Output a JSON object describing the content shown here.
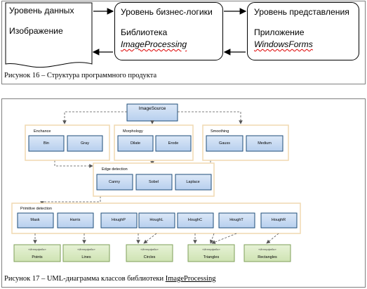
{
  "figure16": {
    "data_layer": {
      "title": "Уровень данных",
      "item": "Изображение"
    },
    "logic_layer": {
      "title": "Уровень бизнес-логики",
      "item_label": "Библиотека",
      "item_name": "ImageProcessing"
    },
    "presentation_layer": {
      "title": "Уровень представления",
      "item_label": "Приложение",
      "item_name": "WindowsForms"
    },
    "caption": "Рисунок 16 – Структура программного продукта"
  },
  "figure17": {
    "root_class": "ImageSource",
    "enchance": {
      "title": "Enchance",
      "classes": [
        "Bin",
        "Gray"
      ]
    },
    "morphology": {
      "title": "Morphology",
      "classes": [
        "Dilate",
        "Erode"
      ]
    },
    "smoothing": {
      "title": "Smoothing",
      "classes": [
        "Gauss",
        "Medium"
      ]
    },
    "edge_detection": {
      "title": "Edge detection",
      "classes": [
        "Canny",
        "Sobel",
        "Laplace"
      ]
    },
    "primitive_detection": {
      "title": "Primitive detection",
      "classes": [
        "Mask",
        "Harris",
        "HoughP",
        "HoughL",
        "HoughC",
        "HoughT",
        "HoughR"
      ]
    },
    "interface_stereotype": "«Интерфейс»",
    "interfaces": [
      "Points",
      "Lines",
      "Circles",
      "Triangles",
      "Rectangles"
    ],
    "caption_prefix": "Рисунок 17 – UML-диаграмма классов библиотеки ",
    "caption_name": "ImageProcessing"
  },
  "colors": {
    "class_fill": "#c6d9f1",
    "class_border": "#1f4e79",
    "interface_fill": "#d8e9c0",
    "package_border": "#f0d9b0",
    "arrow": "#555555"
  }
}
